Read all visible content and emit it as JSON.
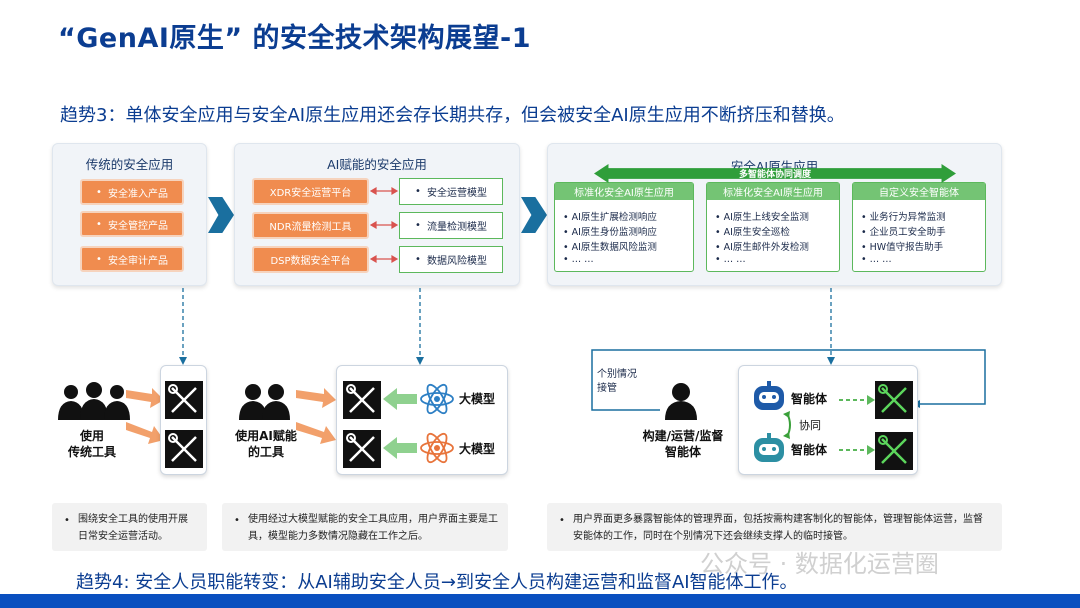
{
  "title": "“GenAI原生” 的安全技术架构展望-1",
  "trend3": "趋势3：单体安全应用与安全AI原生应用还会存长期共存，但会被安全AI原生应用不断挤压和替换。",
  "trend4": "趋势4: 安全人员职能转变：从AI辅助安全人员→到安全人员构建运营和监督AI智能体工作。",
  "watermark": "公众号 · 数据化运营圈",
  "panel1": {
    "title": "传统的安全应用",
    "items": [
      "安全准入产品",
      "安全管控产品",
      "安全审计产品"
    ]
  },
  "panel2": {
    "title": "AI赋能的安全应用",
    "left_items": [
      "XDR安全运营平台",
      "NDR流量检测工具",
      "DSP数据安全平台"
    ],
    "right_items": [
      "安全运营模型",
      "流量检测模型",
      "数据风险模型"
    ]
  },
  "panel3": {
    "title": "安全AI原生应用",
    "banner": "多智能体协同调度",
    "columns": [
      {
        "title": "标准化安全AI原生应用",
        "items": [
          "AI原生扩展检测响应",
          "AI原生身份监测响应",
          "AI原生数据风险监测",
          "… …"
        ]
      },
      {
        "title": "标准化安全AI原生应用",
        "items": [
          "AI原生上线安全监测",
          "AI原生安全巡检",
          "AI原生邮件外发检测",
          "… …"
        ]
      },
      {
        "title": "自定义安全智能体",
        "items": [
          "业务行为异常监测",
          "企业员工安全助手",
          "HW值守报告助手",
          "… …"
        ]
      }
    ]
  },
  "scene1": {
    "person_label": "使用\n传统工具"
  },
  "scene2": {
    "person_label": "使用AI赋能\n的工具",
    "model1": "大模型",
    "model2": "大模型"
  },
  "scene3": {
    "person_label": "构建/运营/监督\n智能体",
    "feedback_label": "个别情况\n接管",
    "agent1": "智能体",
    "agent2": "智能体",
    "collab": "协同"
  },
  "notes": [
    "围绕安全工具的使用开展日常安全运营活动。",
    "使用经过大模型赋能的安全工具应用，用户界面主要是工具，模型能力多数情况隐藏在工作之后。",
    "用户界面更多暴露智能体的管理界面，包括按需构建客制化的智能体，管理智能体运营，监督安能体的工作，同时在个别情况下还会继续支撑人的临时接管。"
  ],
  "colors": {
    "title": "#0b3d91",
    "orange": "#f08c4f",
    "green": "#5cb85c",
    "chevron": "#1a6f9f",
    "dashed": "#1a6f9f"
  },
  "icons": [
    "user-group-icon",
    "wrench-screwdriver-icon",
    "atom-icon",
    "robot-icon"
  ]
}
